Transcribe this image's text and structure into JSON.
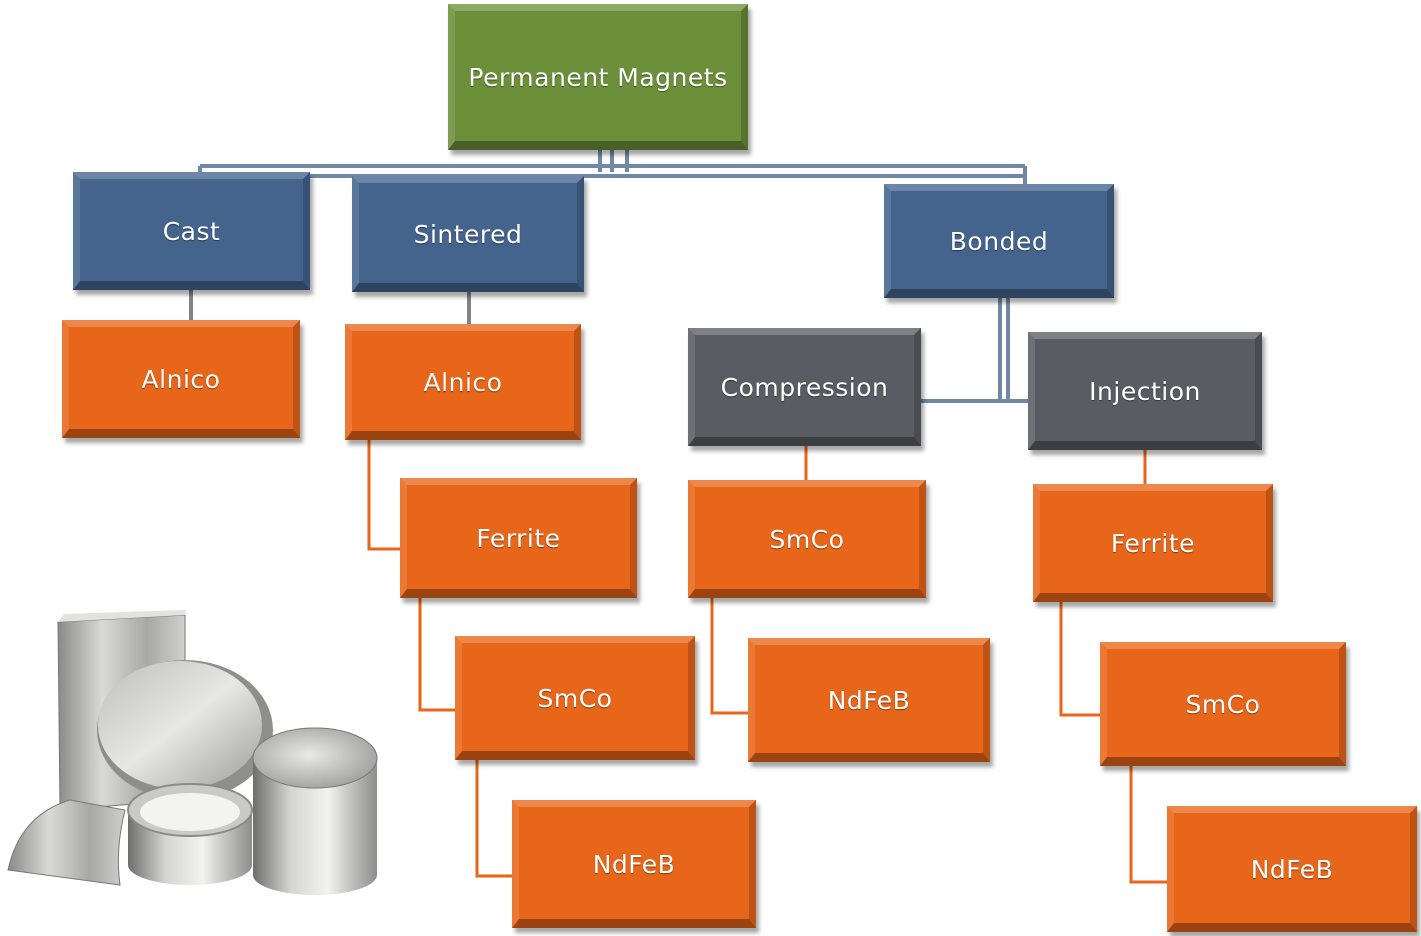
{
  "colors": {
    "root": "#6c8f3a",
    "category": "#44648e",
    "subcategory": "#595d63",
    "material": "#e8661a",
    "connector_blue": "#6f88a6",
    "connector_orange": "#e8661a"
  },
  "root": {
    "label": "Permanent Magnets"
  },
  "categories": {
    "cast": {
      "label": "Cast"
    },
    "sintered": {
      "label": "Sintered"
    },
    "bonded": {
      "label": "Bonded"
    }
  },
  "subcategories": {
    "compression": {
      "label": "Compression"
    },
    "injection": {
      "label": "Injection"
    }
  },
  "materials": {
    "cast_alnico": "Alnico",
    "sintered_alnico": "Alnico",
    "sintered_ferrite": "Ferrite",
    "sintered_smco": "SmCo",
    "sintered_ndfeb": "NdFeB",
    "compression_smco": "SmCo",
    "compression_ndfeb": "NdFeB",
    "injection_ferrite": "Ferrite",
    "injection_smco": "SmCo",
    "injection_ndfeb": "NdFeB"
  },
  "illustration": {
    "icon": "metal-magnets-photo"
  }
}
